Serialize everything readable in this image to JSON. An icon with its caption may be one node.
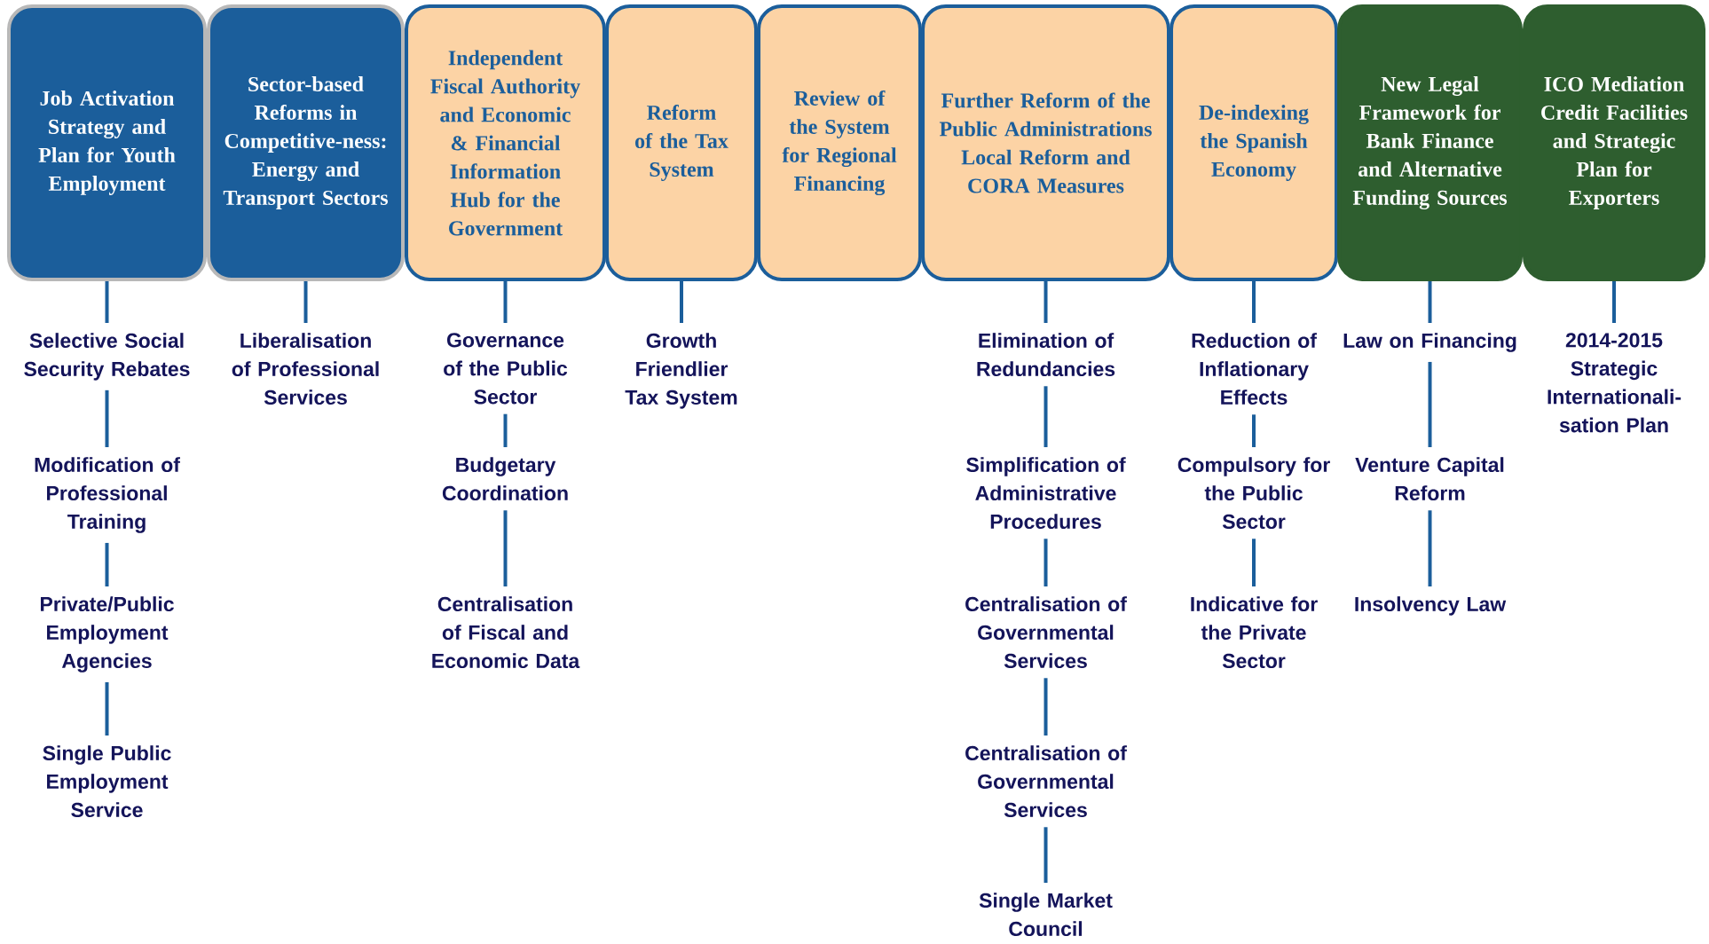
{
  "diagram": {
    "nodes": [
      {
        "text": [
          "Job Activation Strategy and Plan for Youth Employment"
        ]
      },
      {
        "text": [
          "Sector-based Reforms in Competitive-ness: Energy and Transport Sectors"
        ]
      },
      {
        "text": [
          "Independent Fiscal Authority and Economic & Financial Information Hub for the Government"
        ]
      },
      {
        "text": [
          "Reform of the Tax System"
        ]
      },
      {
        "text": [
          "Review of the System for Regional Financing"
        ]
      },
      {
        "text": [
          "Further Reform of the Public Administrations Local Reform and CORA Measures"
        ]
      },
      {
        "text": [
          "De-indexing the Spanish Economy"
        ]
      },
      {
        "text": [
          "New Legal Framework for Bank Finance and Alternative Funding Sources"
        ]
      },
      {
        "text": [
          "ICO Mediation Credit Facilities and Strategic Plan for Exporters"
        ]
      },
      {
        "text": [
          "Selective Social Security Rebates"
        ]
      },
      {
        "text": [
          "Modification of Professional Training"
        ]
      },
      {
        "text": [
          "Private/Public Employment Agencies"
        ]
      },
      {
        "text": [
          "Single Public Employment Service"
        ]
      },
      {
        "text": [
          "Liberalisation of Professional Services"
        ]
      },
      {
        "text": [
          "Governance of the Public Sector"
        ]
      },
      {
        "text": [
          "Budgetary Coordination"
        ]
      },
      {
        "text": [
          "Centralisation of Fiscal and Economic Data"
        ]
      },
      {
        "text": [
          "Growth Friendlier Tax System"
        ]
      },
      {
        "text": [
          "Elimination of Redundancies"
        ]
      },
      {
        "text": [
          "Simplification of Administrative Procedures"
        ]
      },
      {
        "text": [
          "Centralisation of Governmental Services"
        ]
      },
      {
        "text": [
          "Centralisation of Governmental Services"
        ]
      },
      {
        "text": [
          "Single Market Council"
        ]
      },
      {
        "text": [
          "Reduction of Inflationary Effects"
        ]
      },
      {
        "text": [
          "Compulsory for the Public Sector"
        ]
      },
      {
        "text": [
          "Indicative for the Private Sector"
        ]
      },
      {
        "text": [
          "Law on Financing"
        ]
      },
      {
        "text": [
          "Venture Capital Reform"
        ]
      },
      {
        "text": [
          "Insolvency Law"
        ]
      },
      {
        "text": [
          "2014-2015 Strategic Internationali-sation Plan"
        ]
      }
    ],
    "edges": [
      {
        "from": 0,
        "to": 9,
        "arrow": "none"
      },
      {
        "from": 9,
        "to": 10,
        "arrow": "none"
      },
      {
        "from": 10,
        "to": 11,
        "arrow": "none"
      },
      {
        "from": 11,
        "to": 12,
        "arrow": "none"
      },
      {
        "from": 1,
        "to": 13,
        "arrow": "none"
      },
      {
        "from": 2,
        "to": 14,
        "arrow": "none"
      },
      {
        "from": 14,
        "to": 15,
        "arrow": "none"
      },
      {
        "from": 15,
        "to": 16,
        "arrow": "none"
      },
      {
        "from": 3,
        "to": 17,
        "arrow": "none"
      },
      {
        "from": 5,
        "to": 18,
        "arrow": "none"
      },
      {
        "from": 18,
        "to": 19,
        "arrow": "none"
      },
      {
        "from": 19,
        "to": 20,
        "arrow": "none"
      },
      {
        "from": 20,
        "to": 21,
        "arrow": "none"
      },
      {
        "from": 21,
        "to": 22,
        "arrow": "none"
      },
      {
        "from": 6,
        "to": 23,
        "arrow": "none"
      },
      {
        "from": 23,
        "to": 24,
        "arrow": "none"
      },
      {
        "from": 24,
        "to": 25,
        "arrow": "none"
      },
      {
        "from": 7,
        "to": 26,
        "arrow": "none"
      },
      {
        "from": 26,
        "to": 27,
        "arrow": "none"
      },
      {
        "from": 27,
        "to": 28,
        "arrow": "none"
      },
      {
        "from": 8,
        "to": 29,
        "arrow": "none"
      }
    ]
  }
}
